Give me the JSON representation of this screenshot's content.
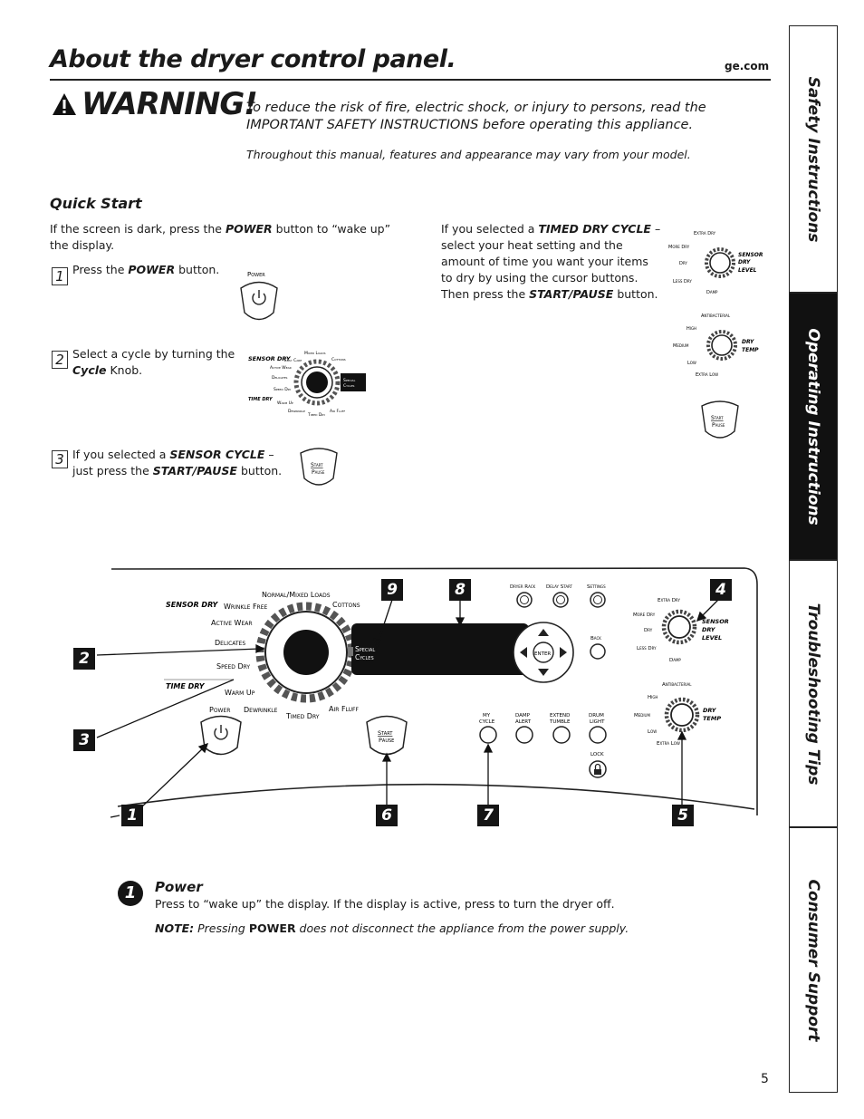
{
  "header": {
    "title": "About the dryer control panel.",
    "site": "ge.com"
  },
  "warning": {
    "heading": "WARNING!",
    "text": "To reduce the risk of fire, electric shock, or injury to persons, read the IMPORTANT SAFETY INSTRUCTIONS before operating this appliance.",
    "note": "Throughout this manual, features and appearance may vary from your model."
  },
  "quick_start": {
    "heading": "Quick Start",
    "intro_pre": "If the screen is dark, press the ",
    "intro_bold": "POWER",
    "intro_post": " button to “wake up” the display.",
    "steps": [
      {
        "num": "1",
        "pre": "Press the ",
        "bold": "POWER",
        "post": " button."
      },
      {
        "num": "2",
        "pre": "Select a cycle by turning the ",
        "bold": "Cycle",
        "post": " Knob."
      },
      {
        "num": "3",
        "pre": "If you selected a ",
        "bold": "SENSOR CYCLE",
        "mid": " – just press the ",
        "bold2": "START/PAUSE",
        "post": " button."
      }
    ],
    "timed": {
      "pre": "If you selected a ",
      "bold": "TIMED DRY CYCLE",
      "mid": " – select your heat setting and the amount of time you want your items to dry by using the cursor buttons. Then press the ",
      "bold2": "START/PAUSE",
      "post": " button."
    },
    "power_label": "Power",
    "start_label_1": "Start",
    "start_label_2": "Pause",
    "knob_labels": {
      "sensor_dry": "SENSOR DRY",
      "easy_care": "Easy Care",
      "mixed_loads": "Mixed Loads",
      "cottons": "Cottons",
      "active_wear": "Active Wear",
      "delicates": "Delicates",
      "speed_dry": "Speed Dry",
      "special": "Special",
      "cycles": "Cycles",
      "time_dry": "TIME DRY",
      "warm_up": "Warm Up",
      "dewrinkle": "Dewrinkle",
      "timed_dry": "Timed Dry",
      "air_fluff": "Air Fluff"
    },
    "dry_level": {
      "extra_dry": "Extra Dry",
      "more_dry": "More Dry",
      "dry": "Dry",
      "less_dry": "Less Dry",
      "damp": "Damp",
      "label_1": "SENSOR",
      "label_2": "DRY",
      "label_3": "LEVEL"
    },
    "dry_temp": {
      "antibacterial": "Antibacterial",
      "high": "High",
      "medium": "Medium",
      "low": "Low",
      "extra_low": "Extra Low",
      "label_1": "DRY",
      "label_2": "TEMP"
    }
  },
  "panel": {
    "sensor_dry": "SENSOR DRY",
    "normal_mixed": "Normal/Mixed Loads",
    "wrinkle_free": "Wrinkle Free",
    "cottons": "Cottons",
    "active_wear": "Active Wear",
    "delicates": "Delicates",
    "speed_dry": "Speed Dry",
    "special": "Special",
    "cycles": "Cycles",
    "time_dry": "TIME DRY",
    "warm_up": "Warm Up",
    "power": "Power",
    "dewrinkle": "Dewrinkle",
    "timed_dry": "Timed Dry",
    "air_fluff": "Air Fluff",
    "start": "Start",
    "pause": "Pause",
    "dryer_rack": "Dryer Rack",
    "delay_start": "Delay Start",
    "settings": "Settings",
    "back": "Back",
    "enter": "ENTER",
    "my_cycle_1": "MY",
    "my_cycle_2": "CYCLE",
    "damp_alert_1": "DAMP",
    "damp_alert_2": "ALERT",
    "extend_tumble_1": "EXTEND",
    "extend_tumble_2": "TUMBLE",
    "drum_light_1": "DRUM",
    "drum_light_2": "LIGHT",
    "lock": "LOCK",
    "extra_dry": "Extra Dry",
    "more_dry": "More Dry",
    "dry": "Dry",
    "less_dry": "Less Dry",
    "damp": "Damp",
    "sensor_1": "SENSOR",
    "sensor_2": "DRY",
    "sensor_3": "LEVEL",
    "antibacterial": "Antibacterial",
    "high": "High",
    "medium": "Medium",
    "low": "Low",
    "extra_low": "Extra Low",
    "temp_1": "DRY",
    "temp_2": "TEMP",
    "callouts": [
      "1",
      "2",
      "3",
      "4",
      "5",
      "6",
      "7",
      "8",
      "9"
    ]
  },
  "power_section": {
    "num": "1",
    "heading": "Power",
    "desc": "Press to “wake up” the display. If the display is active, press to turn the dryer off.",
    "note_label": "NOTE:",
    "note_pre": " Pressing ",
    "note_bold": "POWER",
    "note_post": " does not disconnect the appliance from the power supply."
  },
  "sidebar": {
    "tabs": [
      {
        "label": "Safety Instructions",
        "active": false
      },
      {
        "label": "Operating Instructions",
        "active": true
      },
      {
        "label": "Troubleshooting Tips",
        "active": false
      },
      {
        "label": "Consumer Support",
        "active": false
      }
    ]
  },
  "page_number": "5"
}
